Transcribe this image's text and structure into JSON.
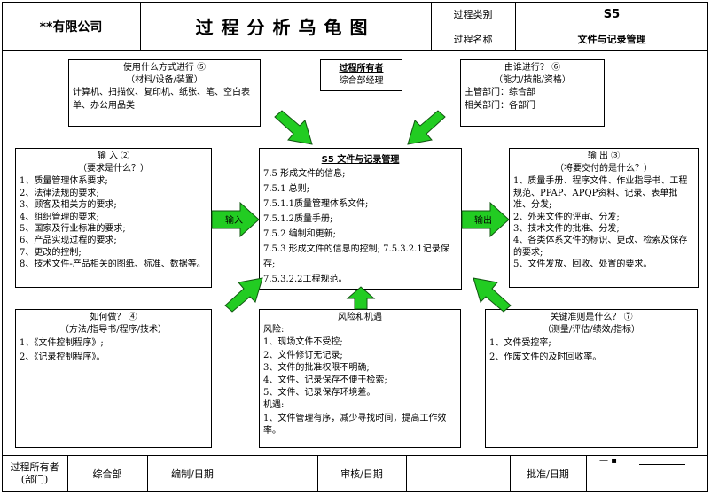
{
  "header": {
    "company": "**有限公司",
    "title": "过程分析乌龟图",
    "process_type_label": "过程类别",
    "process_type_value": "S5",
    "process_name_label": "过程名称",
    "process_name_value": "文件与记录管理"
  },
  "owner_box": {
    "title": "过程所有者",
    "value": "综合部经理"
  },
  "with_what": {
    "title": "使用什么方式进行 ⑤",
    "subtitle": "（材料/设备/装置）",
    "body": "计算机、扫描仪、复印机、纸张、笔、空白表单、办公用品类"
  },
  "by_whom": {
    "title": "由谁进行？ ⑥",
    "subtitle": "（能力/技能/资格）",
    "lines": [
      "主管部门：综合部",
      "相关部门：各部门"
    ]
  },
  "inputs": {
    "title": "输 入 ②",
    "subtitle": "（要求是什么？）",
    "lines": [
      "1、质量管理体系要求;",
      "2、法律法规的要求;",
      "3、顾客及相关方的要求;",
      "4、组织管理的要求;",
      "5、国家及行业标准的要求;",
      "6、产品实现过程的要求;",
      "7、更改的控制;",
      "8、技术文件-产品相关的图纸、标准、数据等。"
    ]
  },
  "process": {
    "title": "S5 文件与记录管理",
    "lines": [
      "7.5 形成文件的信息;",
      "7.5.1 总则;",
      "7.5.1.1质量管理体系文件;",
      "7.5.1.2质量手册;",
      "7.5.2 编制和更新;",
      "7.5.3 形成文件的信息的控制; 7.5.3.2.1记录保存;",
      "7.5.3.2.2工程规范。"
    ]
  },
  "outputs": {
    "title": "输 出 ③",
    "subtitle": "（将要交付的是什么？）",
    "lines": [
      "1、质量手册、程序文件、作业指导书、工程规范、PPAP、APQP资料、记录、表单批准、分发;",
      "2、外来文件的评审、分发;",
      "3、技术文件的批准、分发;",
      "4、各类体系文件的标识、更改、检索及保存的要求;",
      "5、文件发放、回收、处置的要求。"
    ]
  },
  "how": {
    "title": "如何做？ ④",
    "subtitle": "（方法/指导书/程序/技术）",
    "lines": [
      "1、《文件控制程序》;",
      "2、《记录控制程序》。"
    ]
  },
  "risk": {
    "title": "风险和机遇",
    "lines": [
      "风险:",
      "1、现场文件不受控;",
      "2、文件修订无记录;",
      "3、文件的批准权限不明确;",
      "4、文件、记录保存不便于检索;",
      "5、文件、记录保存环境差。",
      "机遇:",
      "1、文件管理有序，减少寻找时间，提高工作效率。"
    ]
  },
  "criteria": {
    "title": "关键准则是什么？ ⑦",
    "subtitle": "（测量/评估/绩效/指标）",
    "lines": [
      "1、文件受控率;",
      "2、作废文件的及时回收率。"
    ]
  },
  "arrows": {
    "input_label": "输入",
    "output_label": "输出",
    "color": "#22cc22"
  },
  "footer": {
    "owner_label": "过程所有者(部门)",
    "owner_value": "综合部",
    "prepared_label": "编制/日期",
    "reviewed_label": "审核/日期",
    "approved_label": "批准/日期",
    "corner_mark": "— ▪"
  }
}
